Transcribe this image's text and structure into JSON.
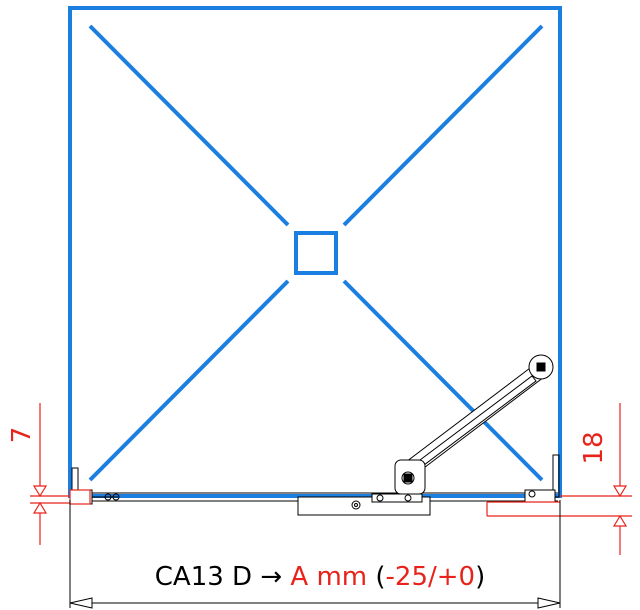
{
  "colors": {
    "tray": "#1a7fe0",
    "dimension": "#e8231c",
    "drawing": "#000000"
  },
  "dimensions": {
    "left_offset": "7",
    "right_offset": "18"
  },
  "caption": {
    "model": "CA13 D",
    "arrow": "→",
    "value": "A mm",
    "tolerance_open": "(",
    "tolerance_value": "-25/+0",
    "tolerance_close": ")"
  }
}
